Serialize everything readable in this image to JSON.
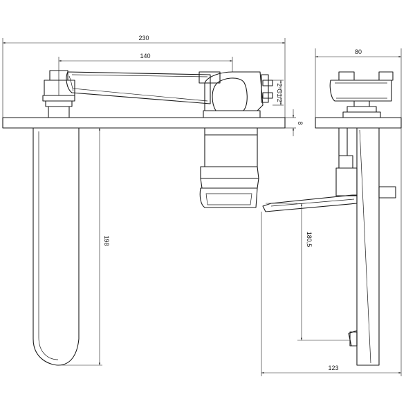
{
  "drawing": {
    "front_view": {
      "overall_width": "230",
      "handle_reach": "140",
      "inlet_thread": "2-G1/2",
      "plate_thickness": "8",
      "spout_length": "198"
    },
    "side_view": {
      "body_depth": "80",
      "spout_height": "180,5",
      "spout_projection": "123"
    }
  }
}
